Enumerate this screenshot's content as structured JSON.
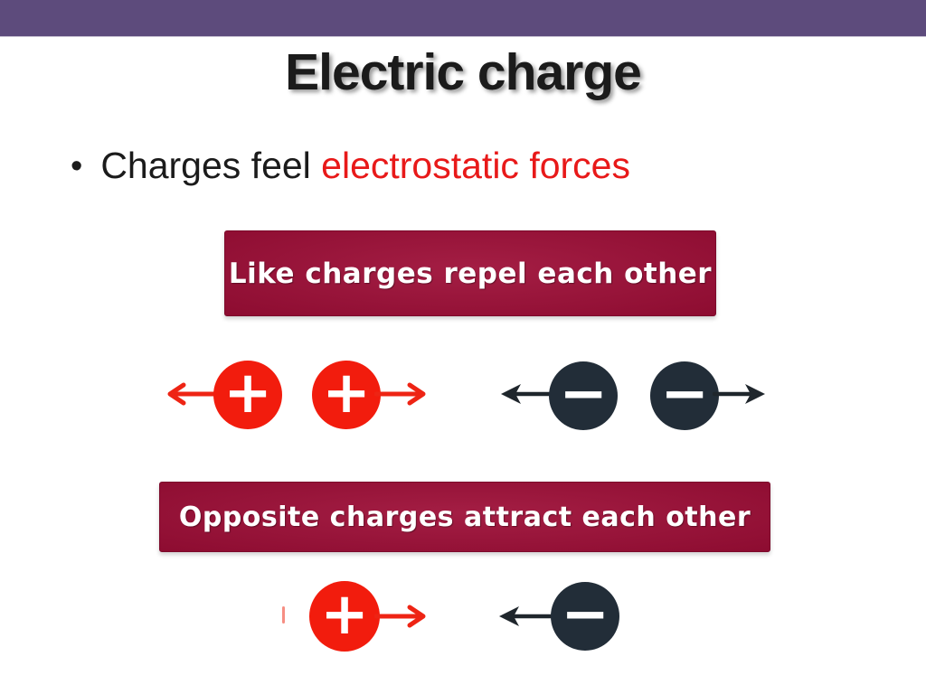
{
  "title": "Electric charge",
  "bullet": {
    "marker": "•",
    "text_black": "Charges feel ",
    "text_red": "electrostatic forces"
  },
  "banners": {
    "repel": "Like charges repel each other",
    "attract": "Opposite charges attract each other"
  },
  "symbols": {
    "plus": "+",
    "minus": "−"
  },
  "diagram": {
    "repel_positive_pair": {
      "charges": [
        "plus",
        "plus"
      ],
      "arrows": [
        "left",
        "right"
      ]
    },
    "repel_negative_pair": {
      "charges": [
        "minus",
        "minus"
      ],
      "arrows": [
        "left",
        "right"
      ]
    },
    "attract_pair": {
      "charges": [
        "plus",
        "minus"
      ],
      "arrows": [
        "right",
        "left"
      ]
    }
  },
  "colors": {
    "header_bar": "#5d4b7c",
    "banner_bg": "#9d0d36",
    "positive": "#f21c0d",
    "negative": "#222d38",
    "arrow_red": "#ee2414",
    "arrow_dark": "#1f262c",
    "text_red": "#e81919",
    "text_black": "#1b1b1b"
  }
}
